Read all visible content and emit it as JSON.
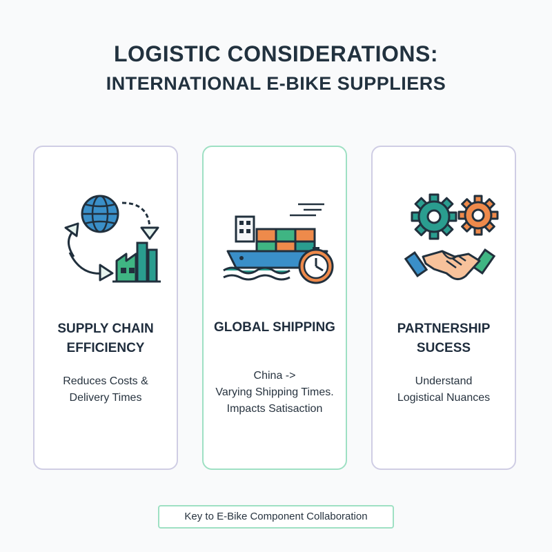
{
  "title": {
    "line1": "LOGISTIC CONSIDERATIONS:",
    "line2": "INTERNATIONAL E-BIKE SUPPLIERS"
  },
  "cards": [
    {
      "icon": "globe-factory-cycle-icon",
      "heading": [
        "SUPPLY CHAIN",
        "EFFICIENCY"
      ],
      "description": [
        "Reduces Costs &",
        "Delivery Times"
      ]
    },
    {
      "icon": "cargo-ship-clock-icon",
      "heading": [
        "GLOBAL SHIPPING"
      ],
      "description": [
        "China ->",
        "Varying Shipping Times.",
        "Impacts Satisaction"
      ]
    },
    {
      "icon": "gears-handshake-icon",
      "heading": [
        "PARTNERSHIP",
        "SUCESS"
      ],
      "description": [
        "Understand",
        "Logistical Nuances"
      ]
    }
  ],
  "footer": "Key to E-Bike Component Collaboration",
  "colors": {
    "teal": "#2a9d8f",
    "green": "#3fb583",
    "blue": "#3a8fc8",
    "orange": "#ee8a4b",
    "navy": "#21303d",
    "card_border": "#cfcde4",
    "highlight_border": "#9ee0c3"
  }
}
